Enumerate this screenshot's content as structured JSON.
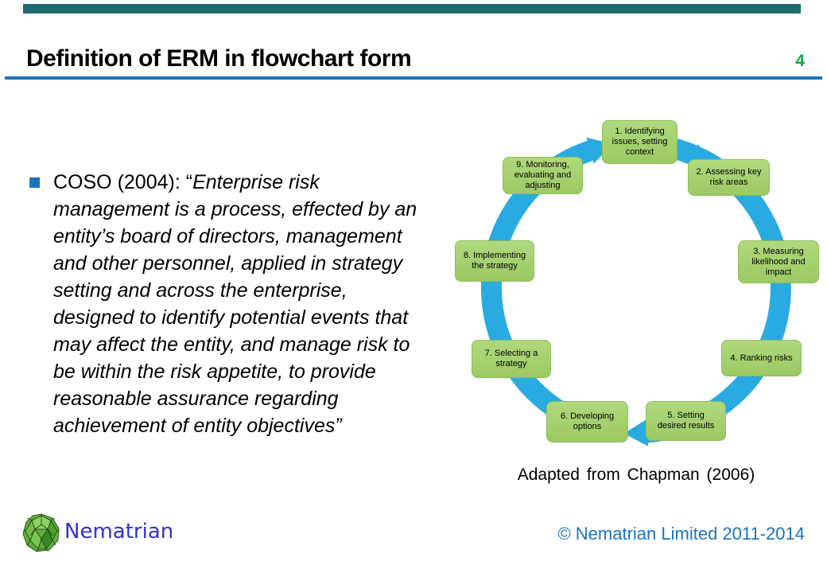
{
  "slide": {
    "title": "Definition of ERM in flowchart form",
    "page_number": "4",
    "bullet": {
      "intro": "COSO (2004): “",
      "quote_text": "Enterprise risk\nmanagement is a process, effected by an\nentity’s board of directors, management\nand other personnel, applied in strategy\nsetting and across the enterprise,\ndesigned to identify potential events that\nmay affect the entity, and manage risk to\nbe within the risk appetite, to provide\nreasonable assurance regarding\nachievement of entity objectives”"
    },
    "flowchart": {
      "caption": "Adapted from Chapman (2006)",
      "steps": [
        "1. Identifying issues, setting context",
        "2. Assessing key risk areas",
        "3. Measuring likelihood and impact",
        "4. Ranking risks",
        "5. Setting desired results",
        "6. Developing options",
        "7. Selecting a strategy",
        "8. Implementing the strategy",
        "9. Monitoring, evaluating and adjusting"
      ]
    },
    "footer": {
      "brand": "Nematrian",
      "copyright": "© Nematrian Limited 2011-2014"
    },
    "colors": {
      "top_bar_teal": "#1E6B72",
      "accent_blue": "#1B75BC",
      "page_number_green": "#0FA44F",
      "ring_blue": "#29ABE2",
      "step_box_green": "#A6CE6F",
      "brand_blue": "#3232CC"
    }
  }
}
